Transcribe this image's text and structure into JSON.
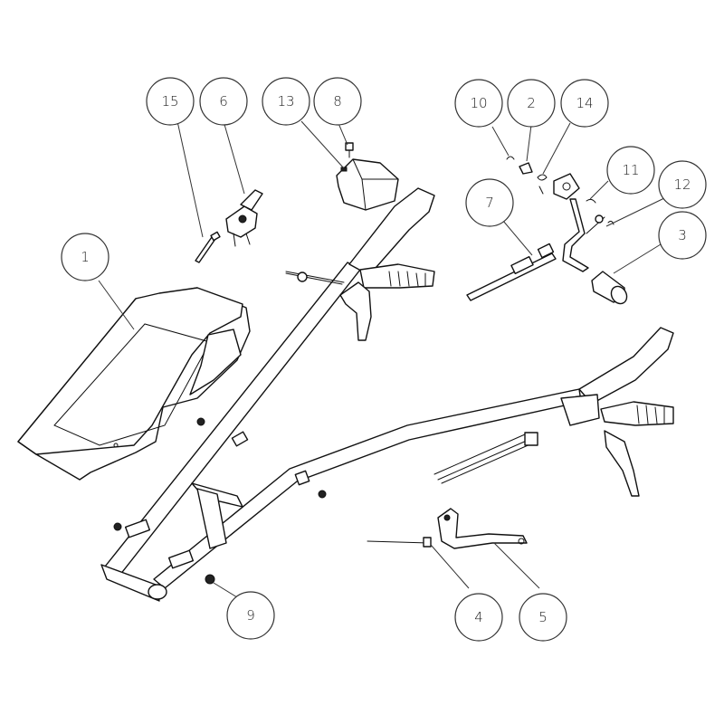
{
  "callouts": [
    {
      "label": "15"
    },
    {
      "label": "6"
    },
    {
      "label": "13"
    },
    {
      "label": "8"
    },
    {
      "label": "10"
    },
    {
      "label": "2"
    },
    {
      "label": "14"
    },
    {
      "label": "11"
    },
    {
      "label": "12"
    },
    {
      "label": "7"
    },
    {
      "label": "3"
    },
    {
      "label": "1"
    },
    {
      "label": "9"
    },
    {
      "label": "4"
    },
    {
      "label": "5"
    }
  ]
}
